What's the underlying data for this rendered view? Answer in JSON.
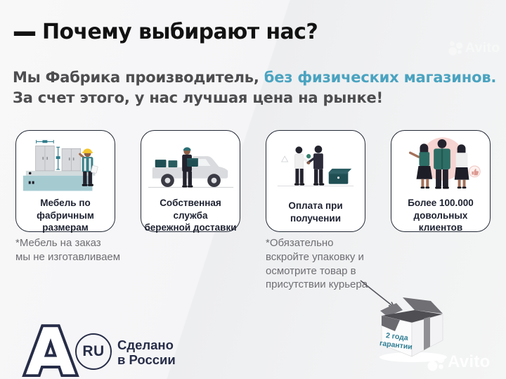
{
  "header": {
    "dash": "—",
    "title": "Почему выбирают нас?",
    "subtitle_part1": "Мы Фабрика производитель,",
    "subtitle_accent": "без физических магазинов.",
    "subtitle_line2": "За счет этого, у нас лучшая цена на рынке!"
  },
  "cards": [
    {
      "caption": "Мебель по фабричным\nразмерам",
      "icon": "furniture-factory-illustration"
    },
    {
      "caption": "Собственная служба\nбережной доставки",
      "icon": "delivery-truck-illustration"
    },
    {
      "caption": "Оплата при\nполучении",
      "icon": "payment-on-delivery-illustration"
    },
    {
      "caption": "Более 100.000\nдовольных клиентов",
      "icon": "happy-clients-illustration"
    }
  ],
  "footnotes": {
    "furniture": "*Мебель на заказ\nмы не изготавливаем",
    "delivery": "*Обязательно\nвскройте упаковку и\nосмотрите товар в\nприсутствии курьера"
  },
  "guarantee_box": {
    "line1": "2 года",
    "line2": "гарантии"
  },
  "footer": {
    "brand_letter": "А",
    "badge": "RU",
    "made_in": "Сделано\nв России"
  },
  "watermark": {
    "text": "Avito"
  },
  "colors": {
    "accent_teal": "#4aa3c0",
    "navy": "#272d48",
    "guarantee_text": "#2e7d92",
    "illustration_teal_dark": "#1f4e53",
    "illustration_teal": "#2d6e66",
    "helmet_yellow": "#f3c52e",
    "pink_circle": "#f6d4d1"
  }
}
